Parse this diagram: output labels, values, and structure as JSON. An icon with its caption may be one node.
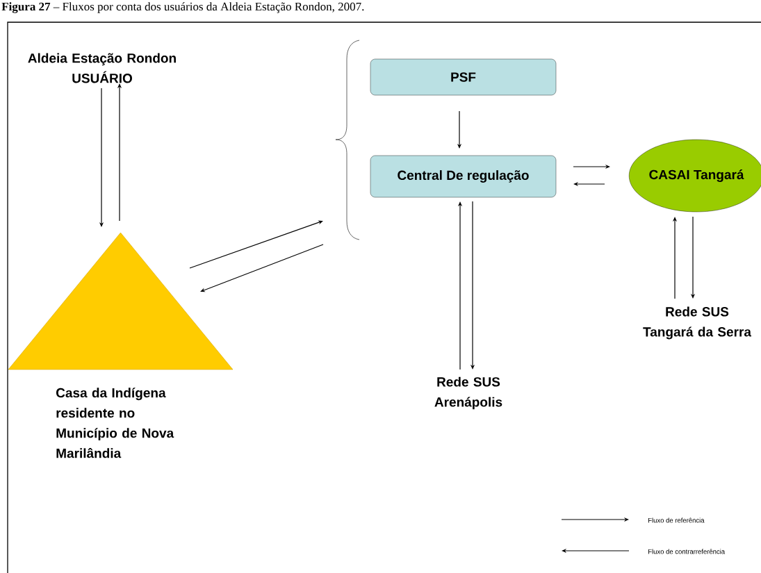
{
  "diagram": {
    "title": "**Figura 27** – Fluxos por conta dos usuários da Aldeia Estação Rondon, 2007.",
    "nodes": [
      {
        "text": [
          "Aldeia Estação Rondon",
          "USUÁRIO"
        ]
      },
      {
        "text": [
          "Casa da Indígena residente no Município de Nova Marilândia"
        ]
      },
      {
        "text": [
          "PSF"
        ]
      },
      {
        "text": [
          "Central De regulação"
        ]
      },
      {
        "text": [
          "CASAI Tangará"
        ]
      },
      {
        "text": [
          "Rede SUS Arenápolis"
        ]
      },
      {
        "text": [
          "Rede SUS Tangará da Serra"
        ]
      },
      {
        "text": [],
        "shape": "brace"
      }
    ],
    "edges": [
      {
        "from": 0,
        "to": 1,
        "arrow": "to"
      },
      {
        "from": 1,
        "to": 0,
        "arrow": "to"
      },
      {
        "from": 2,
        "to": 3,
        "arrow": "to"
      },
      {
        "from": 3,
        "to": 4,
        "arrow": "to"
      },
      {
        "from": 4,
        "to": 3,
        "arrow": "to"
      },
      {
        "from": 5,
        "to": 3,
        "arrow": "to"
      },
      {
        "from": 3,
        "to": 5,
        "arrow": "to"
      },
      {
        "from": 6,
        "to": 4,
        "arrow": "to"
      },
      {
        "from": 4,
        "to": 6,
        "arrow": "to"
      },
      {
        "from": 1,
        "to": 7,
        "arrow": "to"
      },
      {
        "from": 7,
        "to": 1,
        "arrow": "to"
      }
    ],
    "legend": [
      {
        "text": "Fluxo de referência"
      },
      {
        "text": "Fluxo de contrarreferência"
      }
    ]
  }
}
